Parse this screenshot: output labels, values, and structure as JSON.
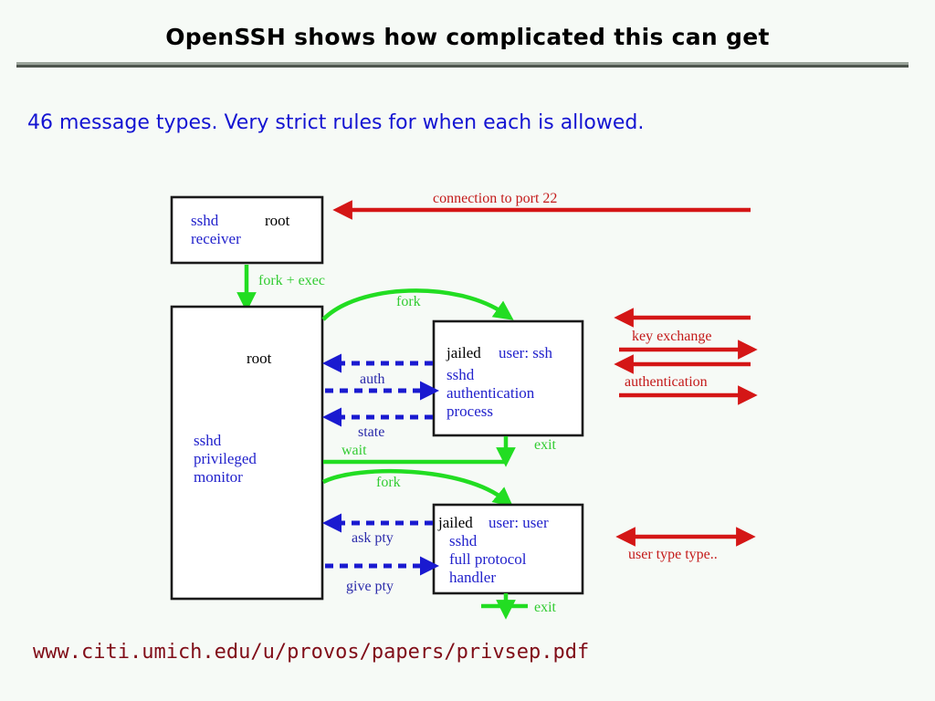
{
  "slide": {
    "title": "OpenSSH shows how complicated this can get",
    "subtitle": "46 message types.  Very strict rules for when each is allowed.",
    "footer_url": "www.citi.umich.edu/u/provos/papers/privsep.pdf",
    "colors": {
      "background": "#f6faf6",
      "title_text": "#000000",
      "subtitle_text": "#1414d2",
      "footer_text": "#800d18",
      "rule_light": "#9aa39a",
      "rule_dark": "#4d544d",
      "green": "#22dd22",
      "red": "#d41616",
      "blue": "#1a1ad0",
      "box_stroke": "#1a1a1a"
    }
  },
  "diagram": {
    "boxes": {
      "receiver": {
        "line1_blue": "sshd",
        "line1_black": "root",
        "line2_blue": "receiver"
      },
      "monitor": {
        "label_black": "root",
        "line1_blue": "sshd",
        "line2_blue": "privileged",
        "line3_blue": "monitor"
      },
      "auth": {
        "title_black": "jailed",
        "title_blue": "user: ssh",
        "line1_blue": "sshd",
        "line2_blue": "authentication",
        "line3_blue": "process"
      },
      "handler": {
        "title_black": "jailed",
        "title_blue": "user: user",
        "line1_blue": "sshd",
        "line2_blue": "full protocol",
        "line3_blue": "handler"
      }
    },
    "green_labels": {
      "fork_exec": "fork + exec",
      "fork_top": "fork",
      "exit_top": "exit",
      "wait": "wait",
      "fork_bottom": "fork",
      "exit_bottom": "exit"
    },
    "blue_labels": {
      "auth": "auth",
      "state": "state",
      "ask_pty": "ask pty",
      "give_pty": "give pty"
    },
    "red_labels": {
      "connection": "connection to port 22",
      "key_exchange": "key exchange",
      "authentication": "authentication",
      "user_type": "user type type.."
    }
  }
}
